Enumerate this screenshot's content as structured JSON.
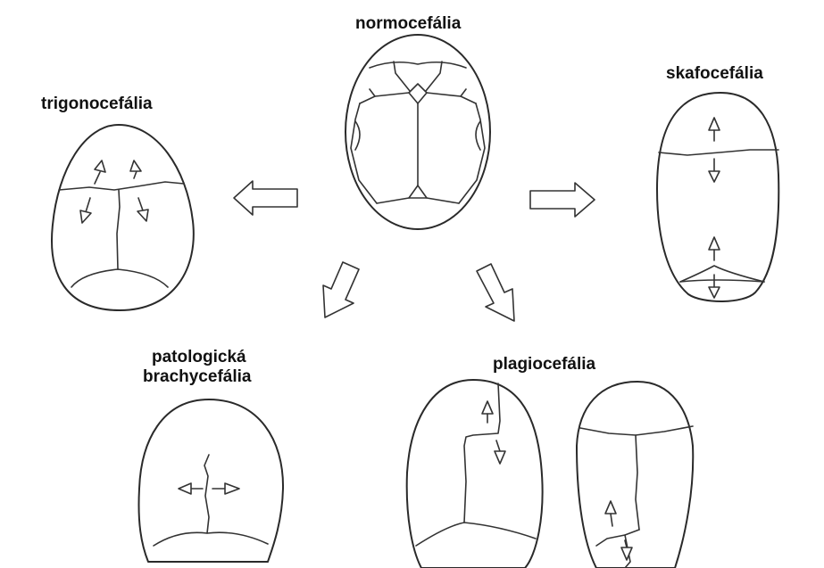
{
  "labels": {
    "normocefalia": "normocefália",
    "skafocefalia": "skafocefália",
    "trigonocefalia": "trigonocefália",
    "brachycefalia_line1": "patologická",
    "brachycefalia_line2": "brachycefália",
    "plagiocefalia": "plagiocefália"
  },
  "colors": {
    "outline": "#2a2a2a",
    "text": "#111111",
    "background": "#ffffff"
  }
}
